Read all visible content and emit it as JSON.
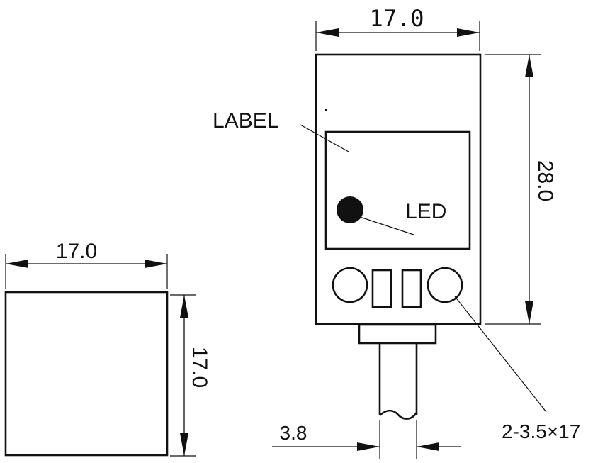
{
  "dimensions": {
    "side_width": "17.0",
    "side_height": "17.0",
    "front_width": "17.0",
    "front_height": "28.0",
    "cable_diameter": "3.8",
    "mounting_holes": "2-3.5×17"
  },
  "labels": {
    "label": "LABEL",
    "led": "LED"
  },
  "colors": {
    "line": "#111111",
    "background": "#ffffff"
  }
}
